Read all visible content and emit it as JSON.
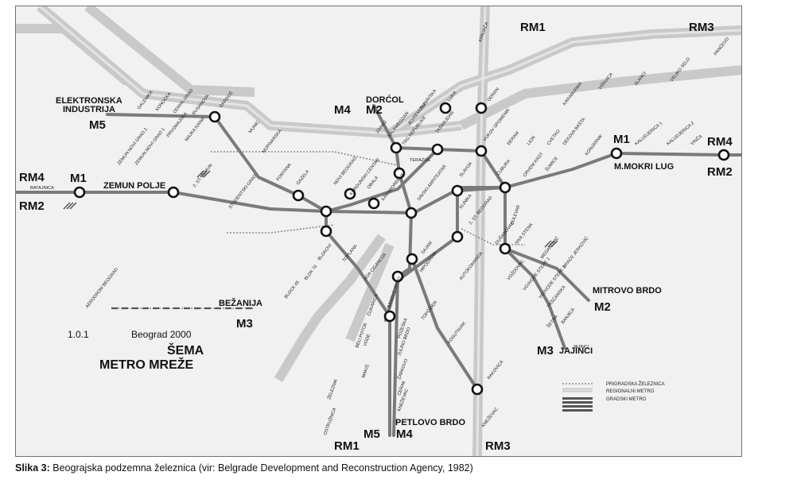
{
  "map": {
    "rm_labels": {
      "rm1_top": "RM1",
      "rm3_top": "RM3",
      "rm4_left": "RM4",
      "rm2_left": "RM2",
      "rm4_right": "RM4",
      "rm2_right": "RM2",
      "rm1_bottom": "RM1",
      "rm3_bottom": "RM3"
    },
    "line_labels": {
      "m5_left": "M5",
      "m1_left": "M1",
      "m3_left": "M3",
      "m4_top": "M4",
      "m2_top": "M2",
      "m1_right": "M1",
      "m2_right": "M2",
      "m3_right": "M3",
      "m5_bottom": "M5",
      "m4_bottom": "M4"
    },
    "places": {
      "elektronska": "ELEKTRONSKA",
      "industrija": "INDUSTRIJA",
      "dorcol": "DORĆOL",
      "zemun_polje": "ZEMUN POLJE",
      "mokri_lug": "M.MOKRI LUG",
      "bezanija": "BEŽANIJA",
      "mitrovo_brdo": "MITROVO BRDO",
      "jajinci": "JAJINCI",
      "petlovo_brdo": "PETLOVO BRDO",
      "batajnica": "BATAJNICA",
      "aerodrom": "AERODROM BEOGRAD",
      "pancevo": "PANČEVO",
      "krnjaca": "KRNJAČA"
    },
    "stations": {
      "s1": "GALENIKA",
      "s2": "KONOĆKA",
      "s3": "ODMAL GRAD",
      "s4": "RUSANOVA",
      "s5": "GARDOŠ",
      "s6": "ZEMUN NOVI GRAD 2",
      "s7": "ZEMUN NOVI GRAD 1",
      "s8": "PRVOMAJSKA",
      "s9": "MAJKA IVANA",
      "s10": "MUNIC",
      "s11": "MORNARSKA",
      "s12": "FONTANA",
      "s13": "GAZELA",
      "s14": "STUDENTSKI GRAD",
      "s15": "2. ST. ZEMUN",
      "s16": "SAJAM",
      "s17": "HIPODROM",
      "s18": "ADA CIGANLIJA",
      "s19": "TOPLANA",
      "s20": "BLOKOVI",
      "s21": "BLOK 70",
      "s22": "BLOCK 45",
      "s23": "NOVI BEOGRAD",
      "s24": "KORDUNSKI CENTAR",
      "s25": "OBALA",
      "s26": "KARAĐORĐEVA",
      "s27": "SAVSKI AMFITEATAR",
      "s28": "TERAZIJE",
      "s29": "TAŠMAJDAN",
      "s30": "SLAVIJA",
      "s31": "KLINIKA",
      "s32": "2. ST. BEOGRAD",
      "s33": "AUTOKOMANDA",
      "s34": "TOPČIDER",
      "s35": "KOSUTNJAK",
      "s36": "RAKOVICA",
      "s37": "KNEŽEVAC",
      "s38": "BANJICA",
      "s39": "TRŠĆANSKA",
      "s40": "VOJVODE STEPE 2",
      "s41": "VOJVODE STEPE 1",
      "s42": "VOŽDOVAC",
      "s43": "MEDAKOVIĆ",
      "s44": "BRAĆE JERKOVIĆ",
      "s45": "DUŠANOVAC",
      "s46": "ĆUBURA",
      "s47": "CRVENI KRST",
      "s48": "ŠUMICE",
      "s49": "KONJARNIK",
      "s50": "KALUDJERICA 1",
      "s51": "KALUDJERICA 2",
      "s52": "VINČA",
      "s53": "DEKOVA BAŠTA",
      "s54": "CVETKO",
      "s55": "LION",
      "s56": "ĐERAM",
      "s57": "VUKOV SPOMENIK",
      "s58": "ODRAN",
      "s59": "LUKA",
      "s60": "DUNAVSKA",
      "s61": "JEVREMOVA",
      "s62": "TRG REPUBLIKE",
      "s63": "KARABURMA",
      "s64": "VIŠNJICA",
      "s65": "SLANCI",
      "s66": "VELIKO SELO",
      "s67": "ZAMAJ",
      "s68": "KALEMEGDAN",
      "s69": "VODE",
      "s70": "ČUKARICA",
      "s71": "BANOVO BRDO",
      "s72": "POŽEŠKA",
      "s73": "ŽARKOVO",
      "s74": "ŽELEZNIK",
      "s75": "OSTRUŽNICA",
      "s76": "MAKIŠ",
      "s77": "BELI POTOK",
      "s78": "JULINO BRDO",
      "s79": "CERAK",
      "s80": "KNEŽEVAC",
      "s81": "SIVA STENA",
      "s82": "JAJINCI",
      "s83": "ŠETRA",
      "s84": "BULEVAR"
    },
    "title_block": {
      "number": "1.0.1",
      "city_year": "Beograd   2000",
      "title1": "ŠEMA",
      "title2": "METRO MREŽE"
    },
    "legend": {
      "item1": "PRIGRADSKA ŽELEZNICA",
      "item2": "REGIONALNI METRO",
      "item3": "GRADSKI METRO"
    },
    "colors": {
      "background": "#f1f1f1",
      "regional_band": "#c9c9c9",
      "city_metro": "#7a7a7a",
      "suburban_rail": "#8a8a8a",
      "station_fill": "#ffffff",
      "station_stroke": "#111111"
    }
  },
  "caption": {
    "label": "Slika 3:",
    "text": " Beograjska podzemna železnica (vir: Belgrade Development and Reconstruction Agency, 1982)"
  }
}
